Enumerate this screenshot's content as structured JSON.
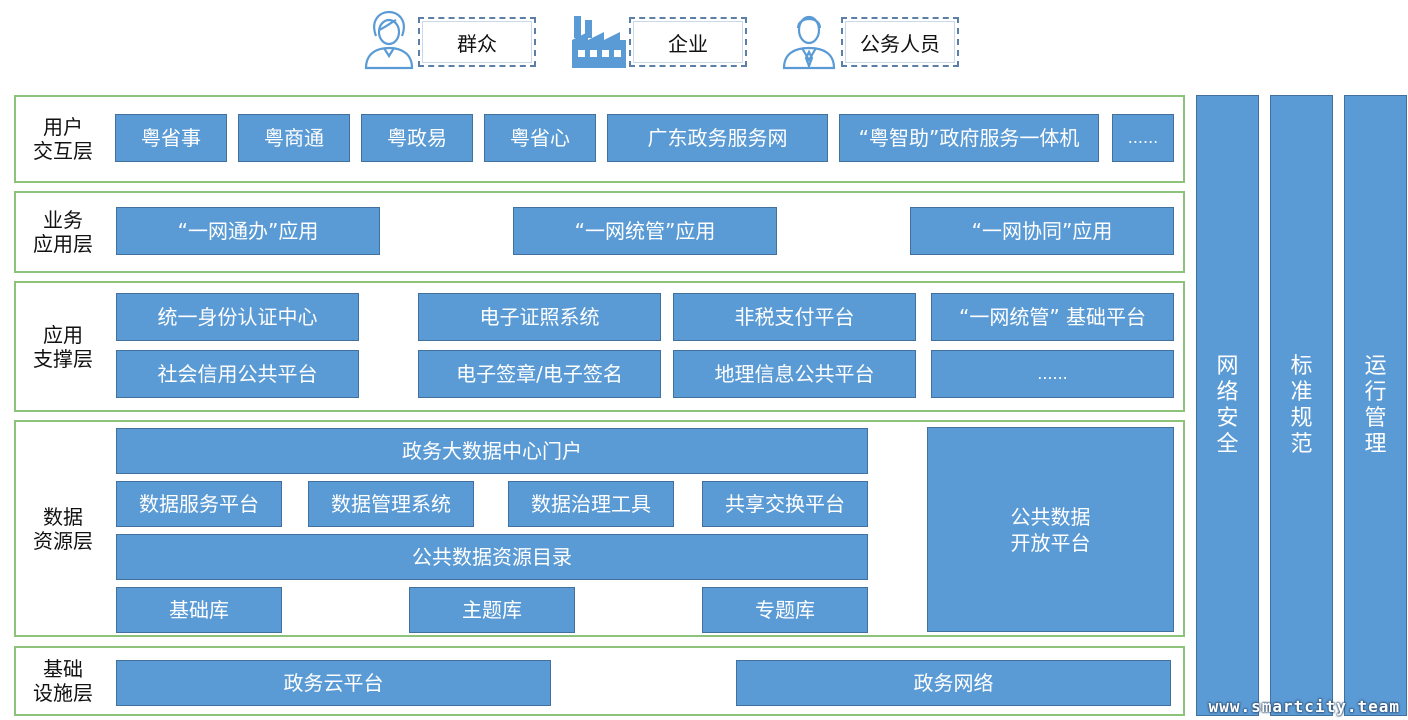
{
  "colors": {
    "box_fill": "#5b9bd5",
    "box_border": "#41719c",
    "layer_border": "#8dc27a",
    "icon": "#5b9bd5"
  },
  "actors": [
    {
      "icon": "person-female-icon",
      "label": "群众"
    },
    {
      "icon": "factory-icon",
      "label": "企业"
    },
    {
      "icon": "businessman-icon",
      "label": "公务人员"
    }
  ],
  "layers": {
    "user": {
      "label": "用户\n交互层",
      "items": [
        "粤省事",
        "粤商通",
        "粤政易",
        "粤省心",
        "广东政务服务网",
        "“粤智助”政府服务一体机",
        "......"
      ]
    },
    "business": {
      "label": "业务\n应用层",
      "items": [
        "“一网通办”应用",
        "“一网统管”应用",
        "“一网协同”应用"
      ]
    },
    "support": {
      "label": "应用\n支撑层",
      "items": [
        "统一身份认证中心",
        "电子证照系统",
        "非税支付平台",
        "“一网统管” 基础平台",
        "社会信用公共平台",
        "电子签章/电子签名",
        "地理信息公共平台",
        "......"
      ]
    },
    "data": {
      "label": "数据\n资源层",
      "portal": "政务大数据中心门户",
      "row2": [
        "数据服务平台",
        "数据管理系统",
        "数据治理工具",
        "共享交换平台"
      ],
      "catalog": "公共数据资源目录",
      "libs": [
        "基础库",
        "主题库",
        "专题库"
      ],
      "open": "公共数据\n开放平台"
    },
    "infra": {
      "label": "基础\n设施层",
      "items": [
        "政务云平台",
        "政务网络"
      ]
    }
  },
  "columns": [
    "网\n络\n安\n全",
    "标\n准\n规\n范",
    "运\n行\n管\n理"
  ],
  "watermark": "www.smartcity.team"
}
